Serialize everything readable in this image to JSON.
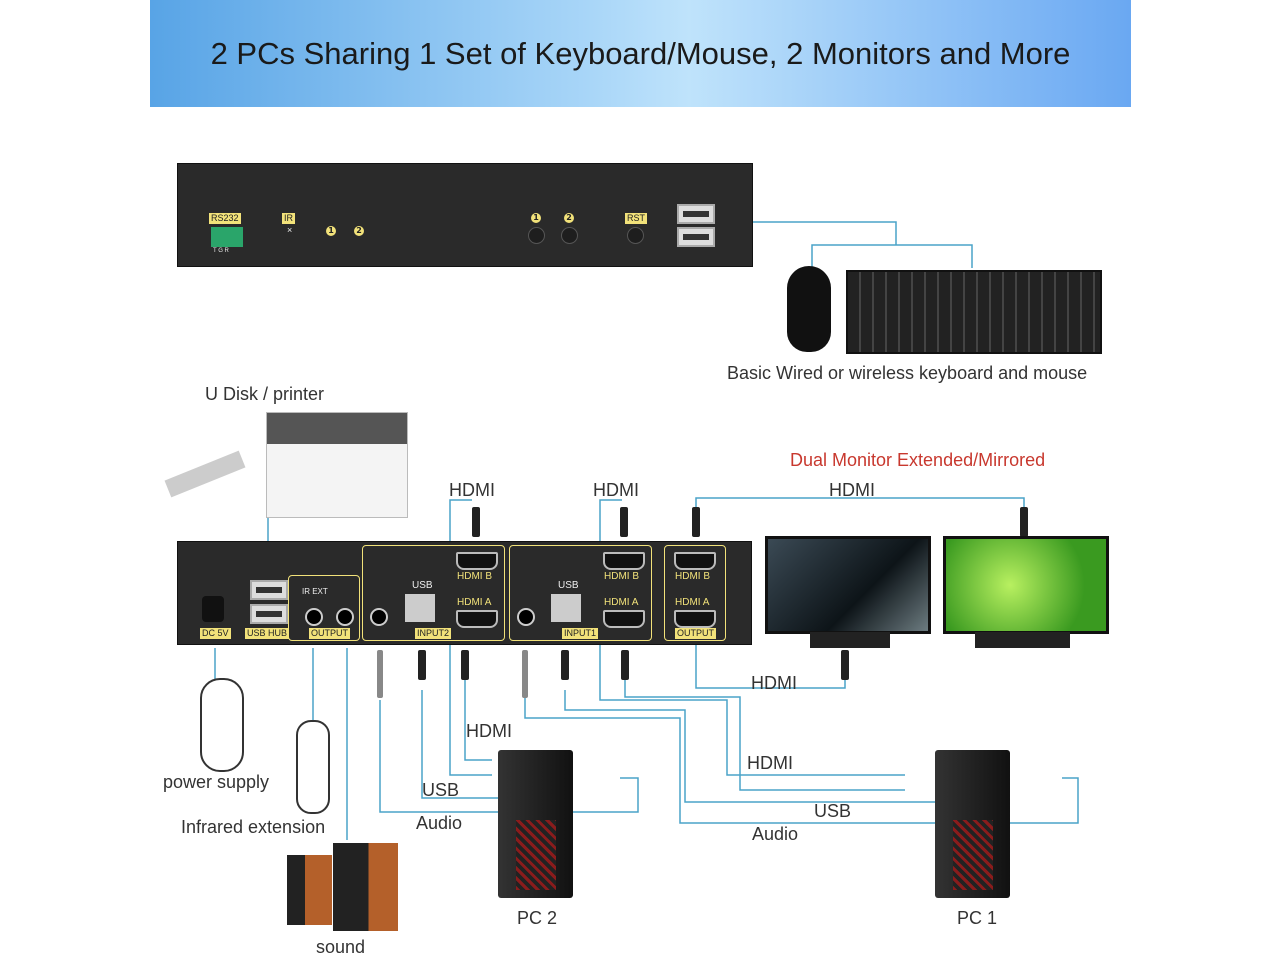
{
  "banner": {
    "title": "2 PCs Sharing 1 Set of Keyboard/Mouse, 2 Monitors and More"
  },
  "front_panel": {
    "rs232": "RS232",
    "rs232_pins": "T G R",
    "ir": "IR",
    "ir_mark": "×",
    "led1": "1",
    "led2": "2",
    "btn1": "1",
    "btn2": "2",
    "rst": "RST"
  },
  "rear_panel": {
    "dc": "DC 5V",
    "usb_hub": "USB HUB",
    "ir_ext": "IR EXT",
    "output_audio": "OUTPUT",
    "input2": "INPUT2",
    "input1": "INPUT1",
    "usb": "USB",
    "hdmi_b": "HDMI B",
    "hdmi_a": "HDMI A",
    "output_video": "OUTPUT"
  },
  "labels": {
    "keyboard_mouse": "Basic Wired or wireless keyboard and mouse",
    "udisk_printer": "U Disk / printer",
    "dual_monitor": "Dual Monitor Extended/Mirrored",
    "hdmi_in2": "HDMI",
    "hdmi_in1": "HDMI",
    "hdmi_out_top": "HDMI",
    "hdmi_out_bottom": "HDMI",
    "pc2_hdmi": "HDMI",
    "pc2_usb": "USB",
    "pc2_audio": "Audio",
    "pc1_hdmi": "HDMI",
    "pc1_usb": "USB",
    "pc1_audio": "Audio",
    "power": "power supply",
    "infrared": "Infrared extension",
    "sound": "sound",
    "pc2": "PC 2",
    "pc1": "PC 1"
  },
  "colors": {
    "line": "#4aa3c8",
    "accent_red": "#c8382e",
    "label_yellow": "#f2e27a"
  }
}
